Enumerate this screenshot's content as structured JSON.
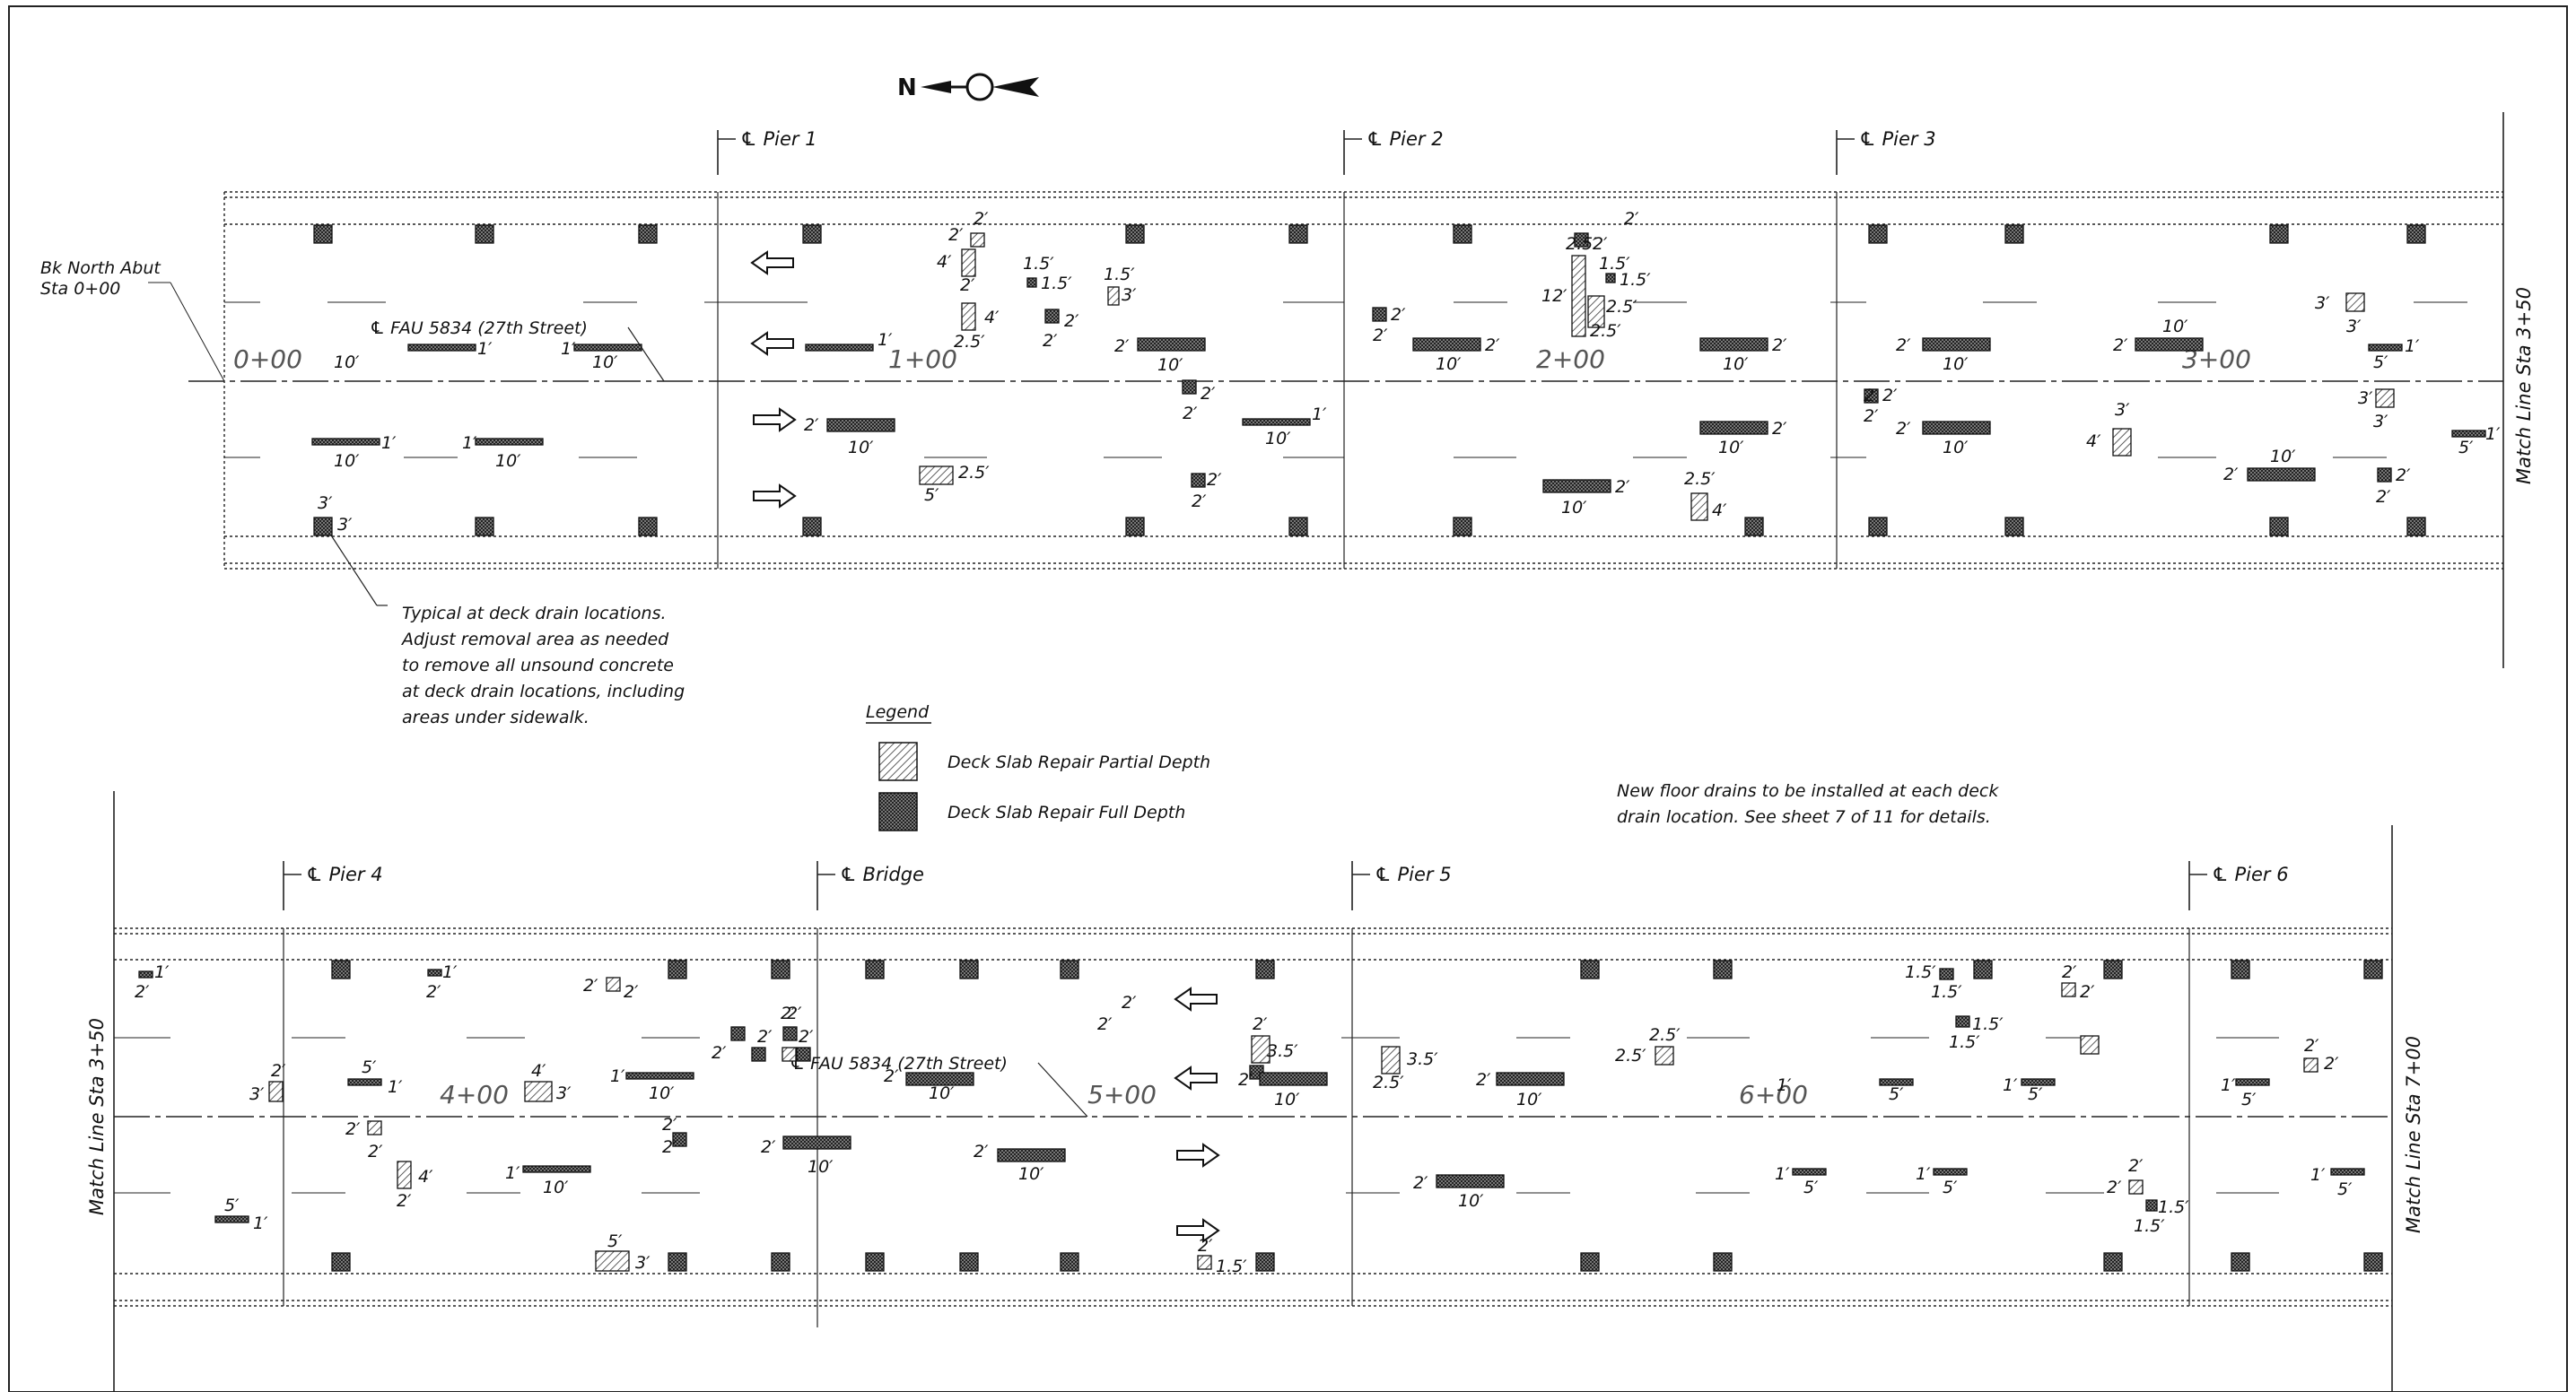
{
  "north_arrow": {
    "label": "N"
  },
  "legend": {
    "title": "Legend",
    "items": [
      {
        "label": "Deck Slab Repair Partial Depth",
        "pattern": "partial"
      },
      {
        "label": "Deck Slab Repair Full Depth",
        "pattern": "full"
      }
    ]
  },
  "notes": {
    "drain_note": [
      "Typical at deck drain locations.",
      "Adjust removal area as needed",
      "to remove all unsound concrete",
      "at deck drain locations, including",
      "areas under sidewalk."
    ],
    "floor_drain_note": [
      "New floor drains to be installed at each deck",
      "drain location.  See sheet 7 of 11 for details."
    ]
  },
  "top_plan": {
    "begin_label": [
      "Bk North Abut",
      "Sta 0+00"
    ],
    "centerline_label": "℄ FAU 5834 (27th Street)",
    "piers": [
      "℄ Pier 1",
      "℄ Pier 2",
      "℄ Pier 3"
    ],
    "stations": [
      "0+00",
      "1+00",
      "2+00",
      "3+00"
    ],
    "match_line": "Match Line Sta 3+50"
  },
  "bottom_plan": {
    "centerline_label": "℄ FAU 5834 (27th Street)",
    "piers": [
      "℄ Pier 4",
      "℄ Bridge",
      "℄ Pier 5",
      "℄ Pier 6"
    ],
    "stations": [
      "4+00",
      "5+00",
      "6+00"
    ],
    "match_line_left": "Match Line Sta 3+50",
    "match_line_right": "Match Line Sta 7+00"
  },
  "dimension_labels": {
    "l1": "1′",
    "l1_5": "1.5′",
    "l2": "2′",
    "l2_5": "2.5′",
    "l3": "3′",
    "l3_5": "3.5′",
    "l4": "4′",
    "l5": "5′",
    "l10": "10′",
    "l12": "12′"
  }
}
